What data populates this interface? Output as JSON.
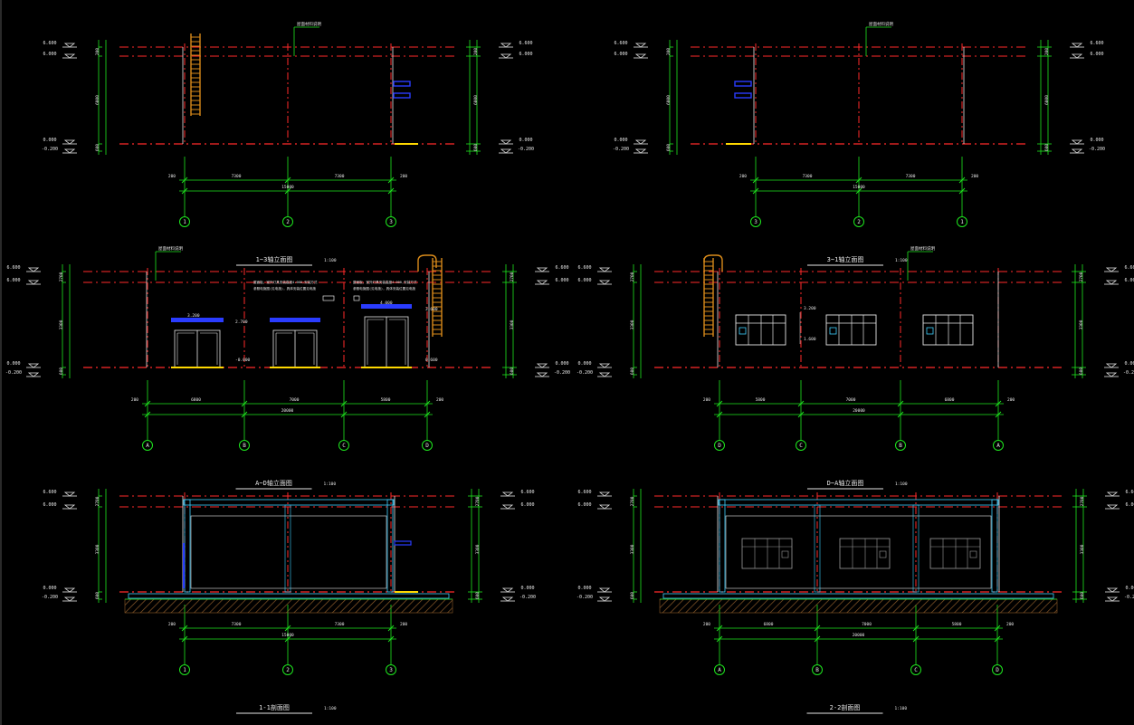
{
  "colors": {
    "background": "#000000",
    "red": "#ff2a2a",
    "green": "#1ee61e",
    "white": "#e6e6e6",
    "blue": "#2a3cff",
    "cyan": "#3fd0ff",
    "orange": "#d88a1a",
    "yellow": "#ffd800",
    "brown": "#8a5a2a"
  },
  "elevation_marks": {
    "top": "6.600",
    "eave": "6.000",
    "ground": "0.000",
    "base": "-0.200"
  },
  "panels": [
    {
      "id": "elev-1-3",
      "title": "1~3轴立面图",
      "scale": "1:100",
      "leader_note": "屋面材料说明",
      "axes": [
        "1",
        "2",
        "3"
      ],
      "dims": [
        "200",
        "7300",
        "7300",
        "200"
      ],
      "total": "15000",
      "side_dims": [
        "200",
        "6000",
        "600"
      ]
    },
    {
      "id": "elev-3-1",
      "title": "3~1轴立面图",
      "scale": "1:100",
      "leader_note": "屋面材料说明",
      "axes": [
        "3",
        "2",
        "1"
      ],
      "dims": [
        "200",
        "7300",
        "7300",
        "200"
      ],
      "total": "15000",
      "side_dims": [
        "200",
        "6000",
        "600"
      ]
    },
    {
      "id": "elev-A-D",
      "title": "A~D轴立面图",
      "scale": "1:100",
      "leader_note": "屋面材料说明",
      "axes": [
        "A",
        "B",
        "C",
        "D"
      ],
      "dims": [
        "200",
        "6800",
        "7000",
        "5800",
        "200"
      ],
      "total": "20000",
      "side_dims": [
        "2700",
        "3300",
        "600"
      ],
      "door_marks": [
        "3.200",
        "2.700",
        "4.000",
        "3.600",
        "-0.000",
        "0.600"
      ],
      "notes": [
        "屋面板，室外灯具安装高度4.000,安装方式",
        "参照电施图(见电施)，具体安装位置见电施",
        "屋面板，室外灯具安装高度4.000,安装方式",
        "参照电施图(见电施)，具体安装位置见电施"
      ]
    },
    {
      "id": "elev-D-A",
      "title": "D~A轴立面图",
      "scale": "1:100",
      "leader_note": "屋面材料说明",
      "axes": [
        "D",
        "C",
        "B",
        "A"
      ],
      "dims": [
        "200",
        "5800",
        "7000",
        "6800",
        "200"
      ],
      "total": "20000",
      "side_dims": [
        "2700",
        "3300",
        "600"
      ],
      "window_marks": [
        "3.200",
        "1.600"
      ]
    },
    {
      "id": "sect-1-1",
      "title": "1-1剖面图",
      "scale": "1:100",
      "axes": [
        "1",
        "2",
        "3"
      ],
      "dims": [
        "200",
        "7300",
        "7300",
        "200"
      ],
      "total": "15000",
      "side_dims": [
        "2700",
        "3300",
        "600"
      ]
    },
    {
      "id": "sect-2-2",
      "title": "2-2剖面图",
      "scale": "1:100",
      "axes": [
        "A",
        "B",
        "C",
        "D"
      ],
      "dims": [
        "200",
        "6800",
        "7000",
        "5800",
        "200"
      ],
      "total": "20000",
      "side_dims": [
        "2700",
        "3300",
        "600"
      ]
    }
  ]
}
